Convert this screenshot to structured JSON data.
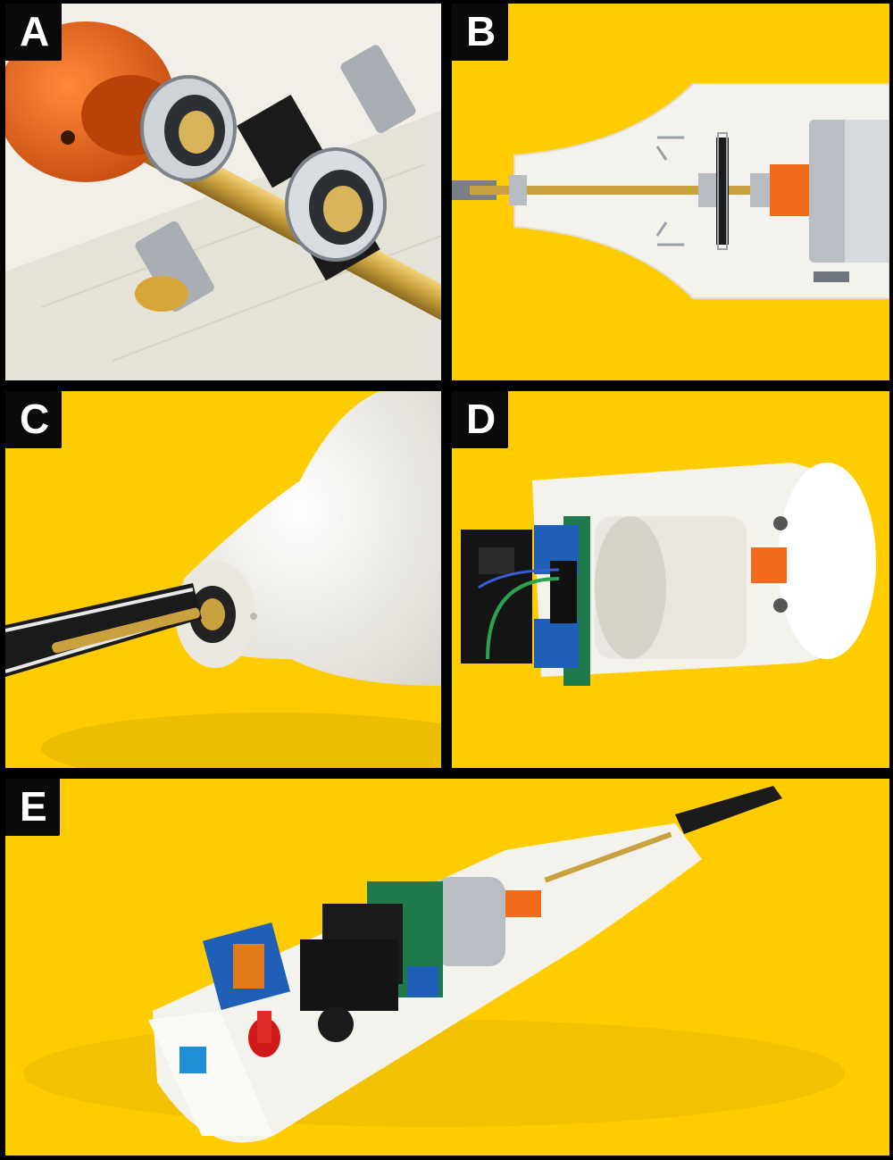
{
  "panels": [
    {
      "id": "A",
      "label": "A"
    },
    {
      "id": "B",
      "label": "B"
    },
    {
      "id": "C",
      "label": "C"
    },
    {
      "id": "D",
      "label": "D"
    },
    {
      "id": "E",
      "label": "E"
    }
  ],
  "colors": {
    "background": "#FFCC00",
    "housing": "#F4F2EC",
    "motor_coupler": "#F26A1B",
    "brass": "#C9A13E",
    "pcb_green": "#1E7A4A",
    "pcb_blue": "#1F5FB8",
    "border": "#000000"
  }
}
